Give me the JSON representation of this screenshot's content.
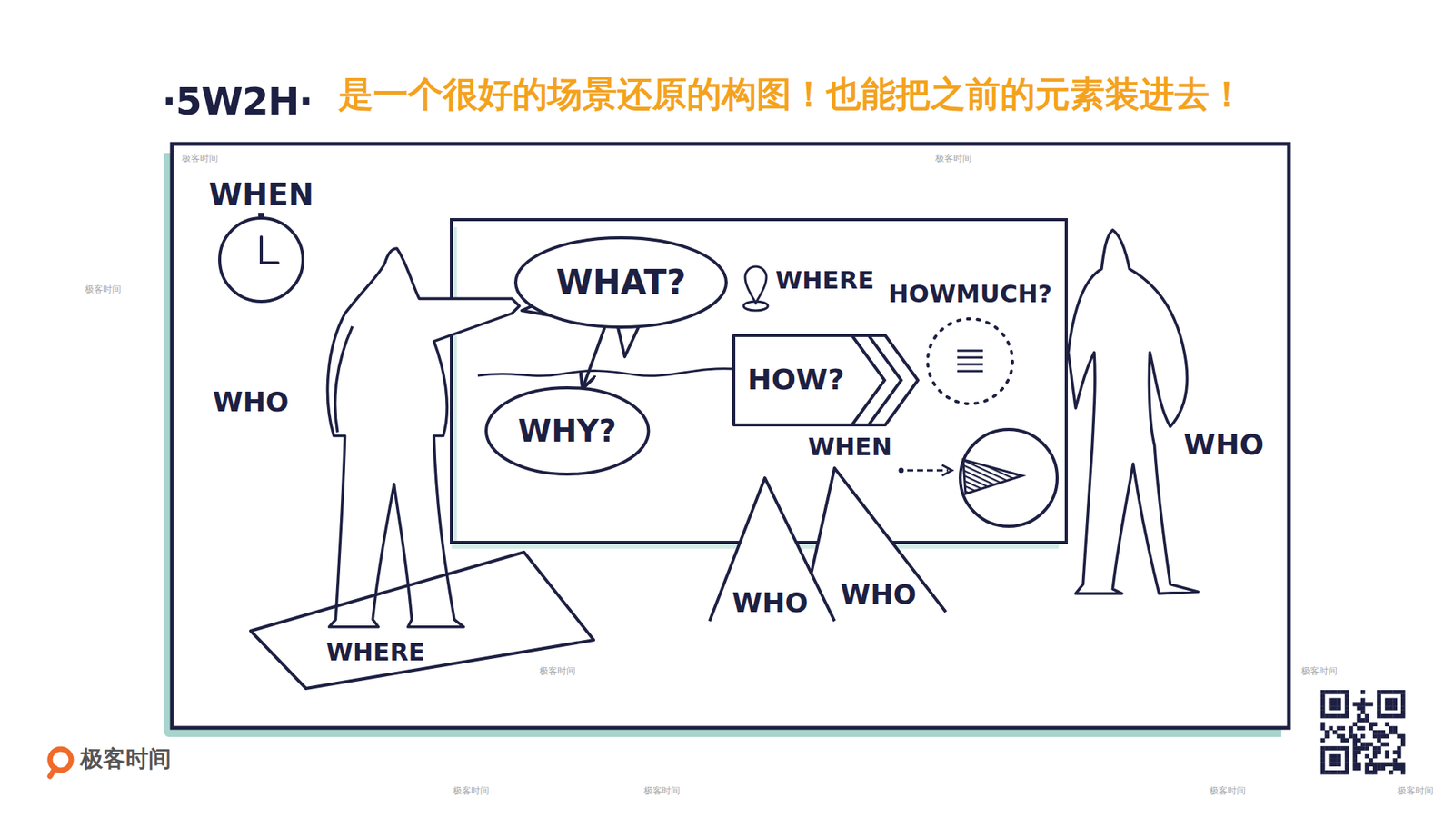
{
  "diagram": {
    "title": "·5W2H·",
    "nodes": [
      {
        "text": [
          "WHEN"
        ]
      },
      {
        "text": [
          "WHAT?"
        ]
      },
      {
        "text": [
          "HOWMUCH?"
        ]
      },
      {
        "text": [
          "HOW?"
        ]
      },
      {
        "text": [
          "WHY?"
        ]
      },
      {
        "text": [
          "WHO"
        ]
      },
      {
        "text": [
          "WHO"
        ]
      },
      {
        "text": [
          "WHERE"
        ]
      }
    ],
    "edges": [
      {
        "from": 1,
        "to": 4,
        "arrow": "to"
      }
    ],
    "labels": [
      "是一个很好的场景还原的构图！也能把之前的元素装进去！",
      "WHO",
      "WHERE",
      "WHEN",
      "WHO",
      "极客时间",
      "极客时间",
      "极客时间",
      "极客时间",
      "极客时间",
      "极客时间",
      "极客时间",
      "极客时间",
      "极客时间",
      "极客时间"
    ]
  }
}
